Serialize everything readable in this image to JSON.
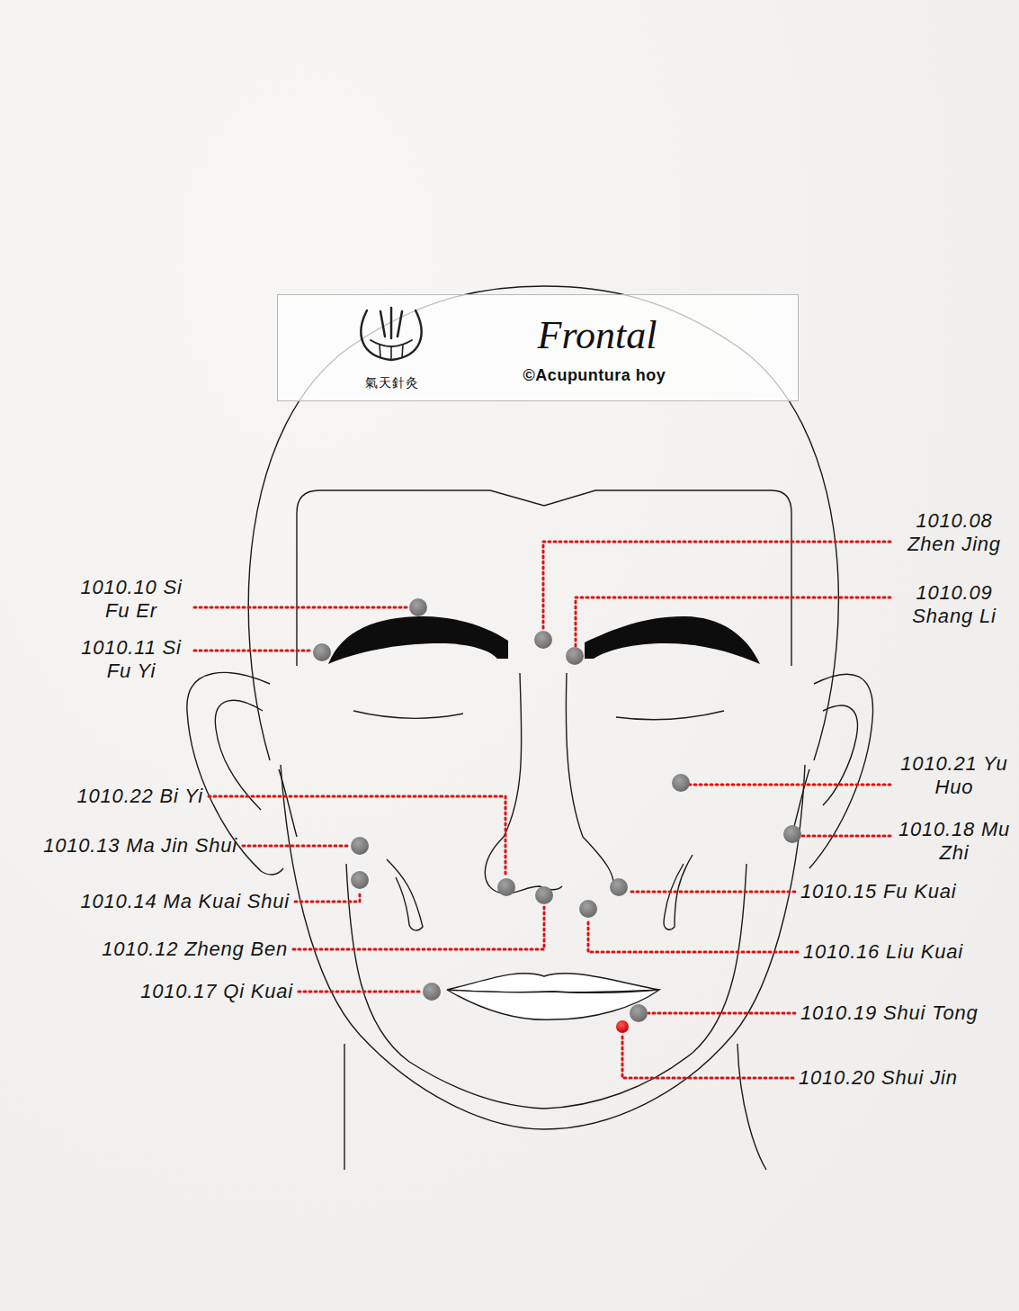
{
  "diagram": {
    "nodes": [
      {
        "text": [
          "氣天針灸",
          "Frontal",
          "©Acupuntura hoy"
        ]
      }
    ],
    "labels": [
      "1010.08 Zhen Jing",
      "1010.10 Si Fu Er",
      "1010.09 Shang Li",
      "1010.11 Si Fu Yi",
      "1010.21 Yu Huo",
      "1010.22 Bi Yi",
      "1010.18 Mu Zhi",
      "1010.13 Ma Jin Shui",
      "1010.15 Fu Kuai",
      "1010.14 Ma Kuai Shui",
      "1010.12 Zheng Ben",
      "1010.16 Liu Kuai",
      "1010.17 Qi Kuai",
      "1010.19 Shui Tong",
      "1010.20 Shui Jin"
    ]
  }
}
